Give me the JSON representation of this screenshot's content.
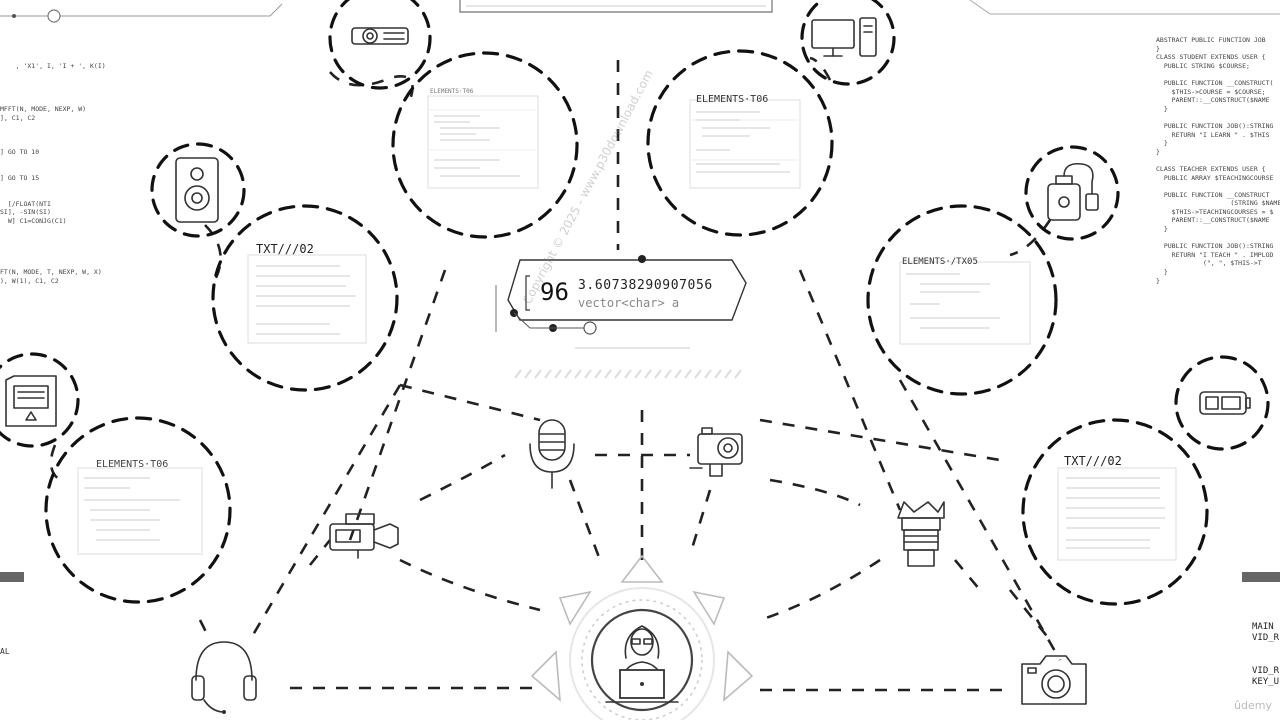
{
  "readout": {
    "number": "96",
    "value": "3.60738290907056",
    "type": "vector<char> a"
  },
  "panels": {
    "p_top_center": {
      "title": "ELEMENTS·T06"
    },
    "p_top_left_mid": {
      "title": "ELEMENTS·T06"
    },
    "p_left_txt": {
      "title": "TXT///02"
    },
    "p_right_mid": {
      "title": "ELEMENTS·/TX05"
    },
    "p_left_low": {
      "title": "ELEMENTS·T06"
    },
    "p_right_txt": {
      "title": "TXT///02"
    }
  },
  "left_code": [
    "    , 'X1', I, 'I + ', K(I)",
    "",
    "",
    "",
    "",
    "MFFT(N, MODE, NEXP, W)",
    "], C1, C2",
    "",
    "",
    "",
    "] GO TO 10",
    "",
    "",
    "] GO TO 15",
    "",
    "",
    "  [/FLOAT(NTI",
    "SI], -SIN(SI)",
    "  W] C1=CONJG(C1)",
    "",
    "",
    "",
    "",
    "",
    "FT(N, MODE, T, NEXP, W, X)",
    "), W(1), C1, C2"
  ],
  "right_code": [
    "ABSTRACT PUBLIC FUNCTION JOB",
    "}",
    "CLASS STUDENT EXTENDS USER {",
    "  PUBLIC STRING $COURSE;",
    "",
    "  PUBLIC FUNCTION __CONSTRUCT(",
    "    $THIS->COURSE = $COURSE;",
    "    PARENT::__CONSTRUCT($NAME",
    "  }",
    "",
    "  PUBLIC FUNCTION JOB():STRING",
    "    RETURN \"I LEARN \" . $THIS",
    "  }",
    "}",
    "",
    "CLASS TEACHER EXTENDS USER {",
    "  PUBLIC ARRAY $TEACHINGCOURSE",
    "",
    "  PUBLIC FUNCTION __CONSTRUCT",
    "                   (STRING $NAME,",
    "    $THIS->TEACHINGCOURSES = $",
    "    PARENT::__CONSTRUCT($NAME",
    "  }",
    "",
    "  PUBLIC FUNCTION JOB():STRING",
    "    RETURN \"I TEACH \" . IMPLOD",
    "            (\", \", $THIS->T",
    "  }",
    "}"
  ],
  "bottom_right": [
    "MAIN",
    "VID_R",
    "",
    "",
    "VID_R",
    "KEY_U"
  ],
  "bottom_left": [
    "AL"
  ],
  "watermark": "Copyright © 2025 - www.p30download.com",
  "brand": "ûdemy",
  "icons": [
    "projector-icon",
    "desktop-computer-icon",
    "speaker-icon",
    "usb-drive-icon",
    "sd-card-icon",
    "battery-icon",
    "microphone-icon",
    "action-camera-icon",
    "video-camera-icon",
    "camera-lens-icon",
    "headphones-icon",
    "photo-camera-icon",
    "woman-at-laptop-icon"
  ]
}
